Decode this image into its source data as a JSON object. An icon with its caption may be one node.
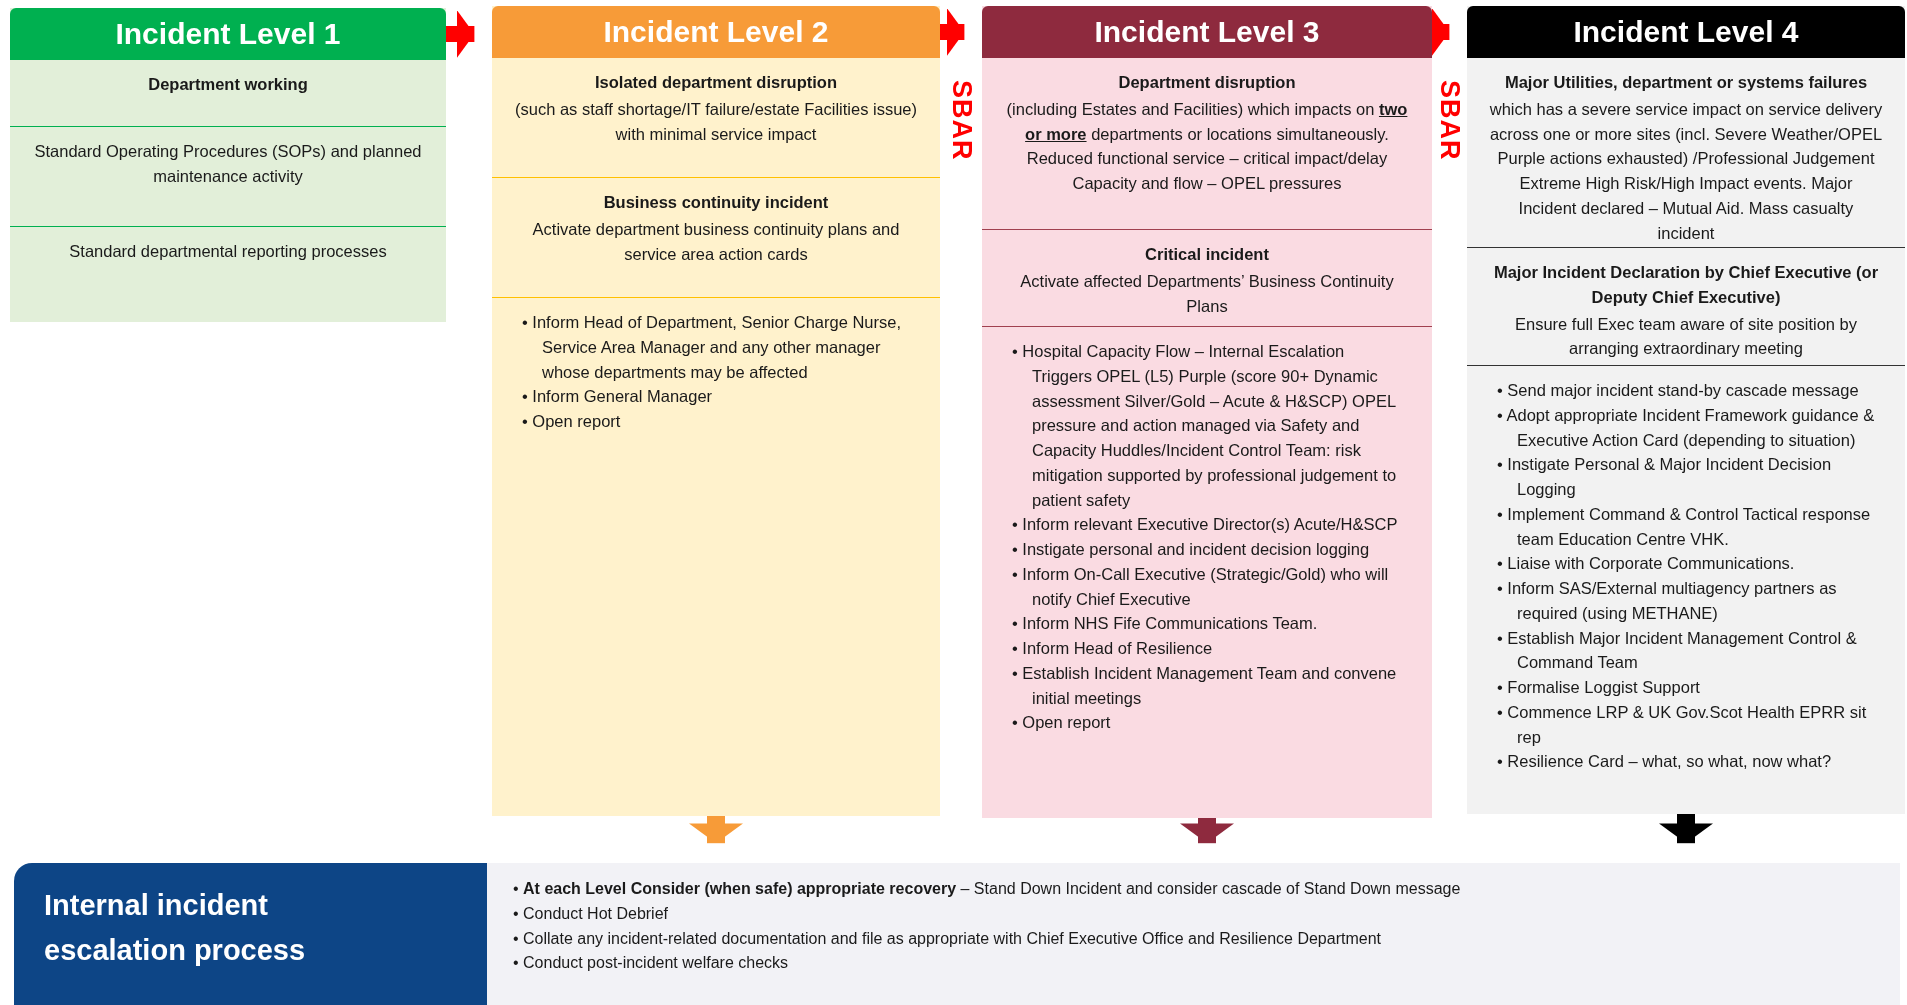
{
  "diagram": {
    "nodes": [
      {
        "text": [
          "Incident Level 1"
        ]
      },
      {
        "text": [
          "Department working"
        ],
        "in": 0
      },
      {
        "text": [
          "Standard Operating Procedures (SOPs) and planned maintenance activity"
        ],
        "in": 0
      },
      {
        "text": [
          "Standard departmental reporting processes"
        ],
        "in": 0
      },
      {
        "text": [
          "Incident Level 2"
        ]
      },
      {
        "text": [
          "Isolated department disruption",
          "(such as staff shortage/IT failure/estate Facilities issue) with minimal service impact"
        ],
        "in": 4
      },
      {
        "text": [
          "Business continuity incident",
          "Activate department business continuity plans and service area action cards"
        ],
        "in": 4
      },
      {
        "text": [
          "• Inform Head of Department, Senior Charge Nurse, Service Area Manager and any other manager whose departments may be affected",
          "• Inform General Manager",
          "• Open report"
        ],
        "in": 4
      },
      {
        "text": [
          "Incident Level 3"
        ]
      },
      {
        "text": [
          "Department disruption",
          "(including Estates and Facilities) which impacts on **two or more** departments or locations simultaneously. Reduced functional service – critical impact/delay Capacity and flow – OPEL pressures"
        ],
        "in": 8
      },
      {
        "text": [
          "Critical incident",
          "Activate affected Departments’ Business Continuity Plans"
        ],
        "in": 8
      },
      {
        "text": [
          "• Hospital Capacity Flow – Internal Escalation  Triggers OPEL (L5) Purple (score 90+ Dynamic assessment Silver/Gold – Acute & H&SCP) OPEL pressure and action managed via Safety and Capacity Huddles/Incident Control Team: risk mitigation supported by professional judgement to patient safety",
          "• Inform relevant Executive Director(s) Acute/H&SCP",
          "• Instigate personal and incident decision logging",
          "• Inform On-Call Executive (Strategic/Gold) who will notify Chief Executive",
          "• Inform NHS Fife Communications Team.",
          "• Inform Head of Resilience",
          "• Establish Incident Management Team and convene initial meetings",
          "• Open report"
        ],
        "in": 8
      },
      {
        "text": [
          "Incident Level 4"
        ]
      },
      {
        "text": [
          "Major Utilities, department or systems failures",
          "which has a severe service impact on service delivery across one or more sites (incl. Severe Weather/OPEL Purple actions exhausted) /Professional Judgement Extreme High Risk/High Impact events. Major Incident declared – Mutual Aid. Mass casualty incident"
        ],
        "in": 12
      },
      {
        "text": [
          "Major Incident Declaration by Chief Executive (or Deputy Chief Executive)",
          "Ensure full Exec team aware of site position by arranging extraordinary meeting"
        ],
        "in": 12
      },
      {
        "text": [
          "• Send major incident stand-by cascade message",
          "• Adopt appropriate Incident Framework guidance & Executive Action Card (depending to situation)",
          "• Instigate Personal & Major Incident Decision Logging",
          "• Implement Command & Control Tactical response team Education Centre VHK.",
          "• Liaise with Corporate Communications.",
          "• Inform SAS/External multiagency partners as required (using METHANE)",
          "• Establish Major Incident Management Control & Command Team",
          "• Formalise Loggist Support",
          "• Commence  LRP & UK Gov.Scot Health EPRR sit rep",
          "• Resilience Card – what, so what, now what?"
        ],
        "in": 12
      },
      {
        "text": [
          "Internal incident escalation process"
        ]
      },
      {
        "text": [
          "• **At each Level Consider (when safe) appropriate recovery** – Stand Down Incident and consider cascade of Stand Down message",
          "• Conduct Hot Debrief",
          "• Collate any incident-related documentation and file as appropriate with Chief Executive Office and Resilience Department",
          "• Conduct post-incident welfare checks"
        ]
      }
    ],
    "edges": [
      {
        "from": 0,
        "to": 4,
        "arrow": "to",
        "color": "#ff0000"
      },
      {
        "from": 4,
        "to": 8,
        "arrow": "to",
        "color": "#ff0000",
        "label": "SBAR"
      },
      {
        "from": 8,
        "to": 12,
        "arrow": "to",
        "color": "#ff0000",
        "label": "SBAR"
      },
      {
        "from": 4,
        "to": 17,
        "arrow": "to",
        "color": "#f79b38"
      },
      {
        "from": 8,
        "to": 17,
        "arrow": "to",
        "color": "#8e2a3e"
      },
      {
        "from": 12,
        "to": 17,
        "arrow": "to",
        "color": "#000000"
      }
    ]
  }
}
